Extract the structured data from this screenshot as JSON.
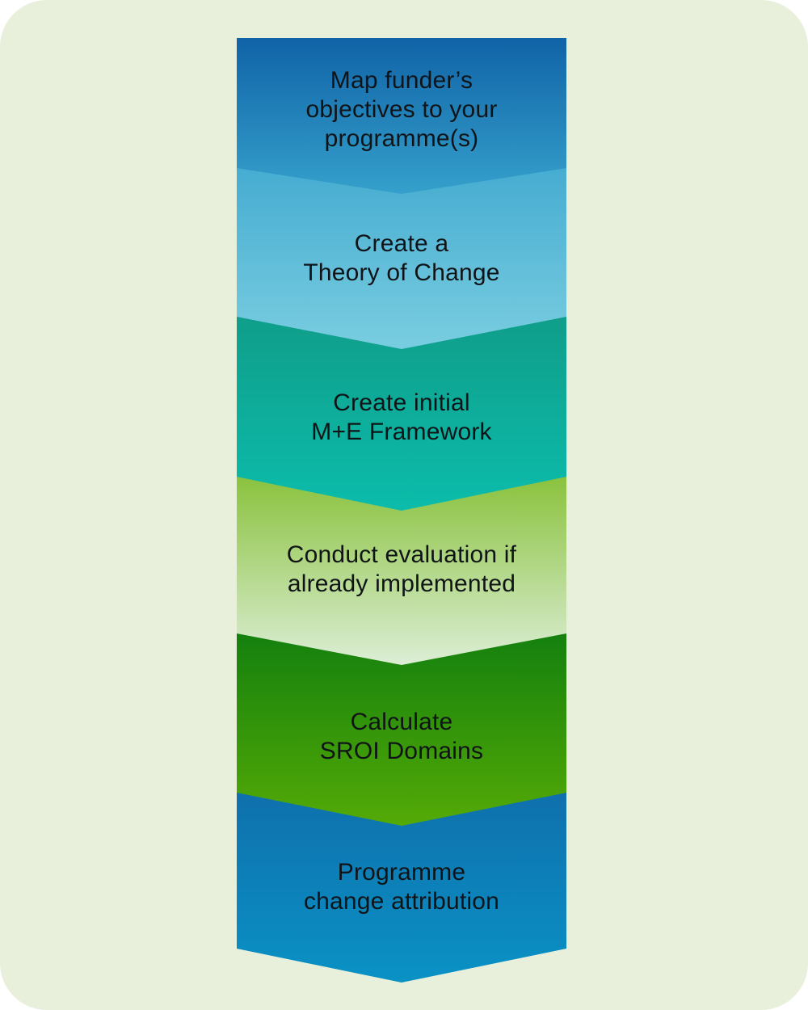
{
  "figure": {
    "background_color": "#e8f0db",
    "text_color": "#101417",
    "steps": [
      {
        "label_lines": [
          "Map funder’s",
          "objectives to your",
          "programme(s)"
        ],
        "gradient_top": "#1063a7",
        "gradient_bottom": "#35a0cb"
      },
      {
        "label_lines": [
          "Create a",
          "Theory of Change"
        ],
        "gradient_top": "#46acd1",
        "gradient_bottom": "#79cde0"
      },
      {
        "label_lines": [
          "Create initial",
          "M+E Framework"
        ],
        "gradient_top": "#0f9e8a",
        "gradient_bottom": "#0cbcab"
      },
      {
        "label_lines": [
          "Conduct evaluation if",
          "already implemented"
        ],
        "gradient_top": "#8ac23d",
        "gradient_bottom": "#dceed6"
      },
      {
        "label_lines": [
          "Calculate",
          "SROI Domains"
        ],
        "gradient_top": "#14800e",
        "gradient_bottom": "#54aa06"
      },
      {
        "label_lines": [
          "Programme",
          "change attribution"
        ],
        "gradient_top": "#0f70ad",
        "gradient_bottom": "#0a92c5"
      }
    ]
  }
}
